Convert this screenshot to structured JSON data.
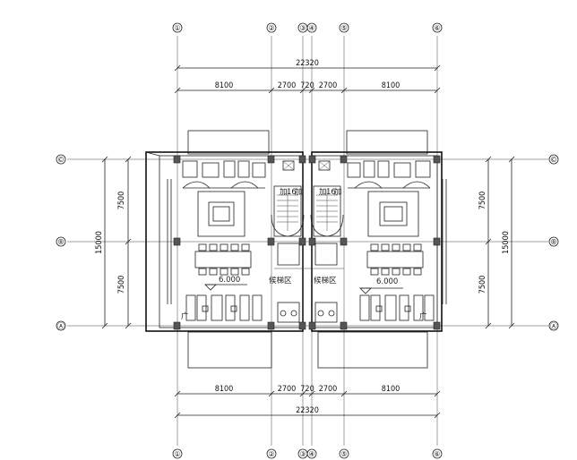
{
  "dimensions": {
    "overall": "22320",
    "segments": [
      "8100",
      "2700",
      "720",
      "2700",
      "8100"
    ],
    "vertical_overall": "15000",
    "vertical_segments": [
      "7500",
      "7500"
    ]
  },
  "axes_vertical": [
    "①",
    "②",
    "③",
    "④",
    "⑤",
    "⑥"
  ],
  "axes_horizontal": [
    "©",
    "®",
    "Ⓐ"
  ],
  "labels": {
    "elevation": "6.000",
    "stair_left": "候梯区",
    "stair_right": "候梯区",
    "corner_left": "广",
    "corner_right": "广",
    "stair_tag_left": [
      "加",
      "16",
      "加"
    ],
    "stair_tag_right": [
      "加",
      "16",
      "加"
    ]
  }
}
